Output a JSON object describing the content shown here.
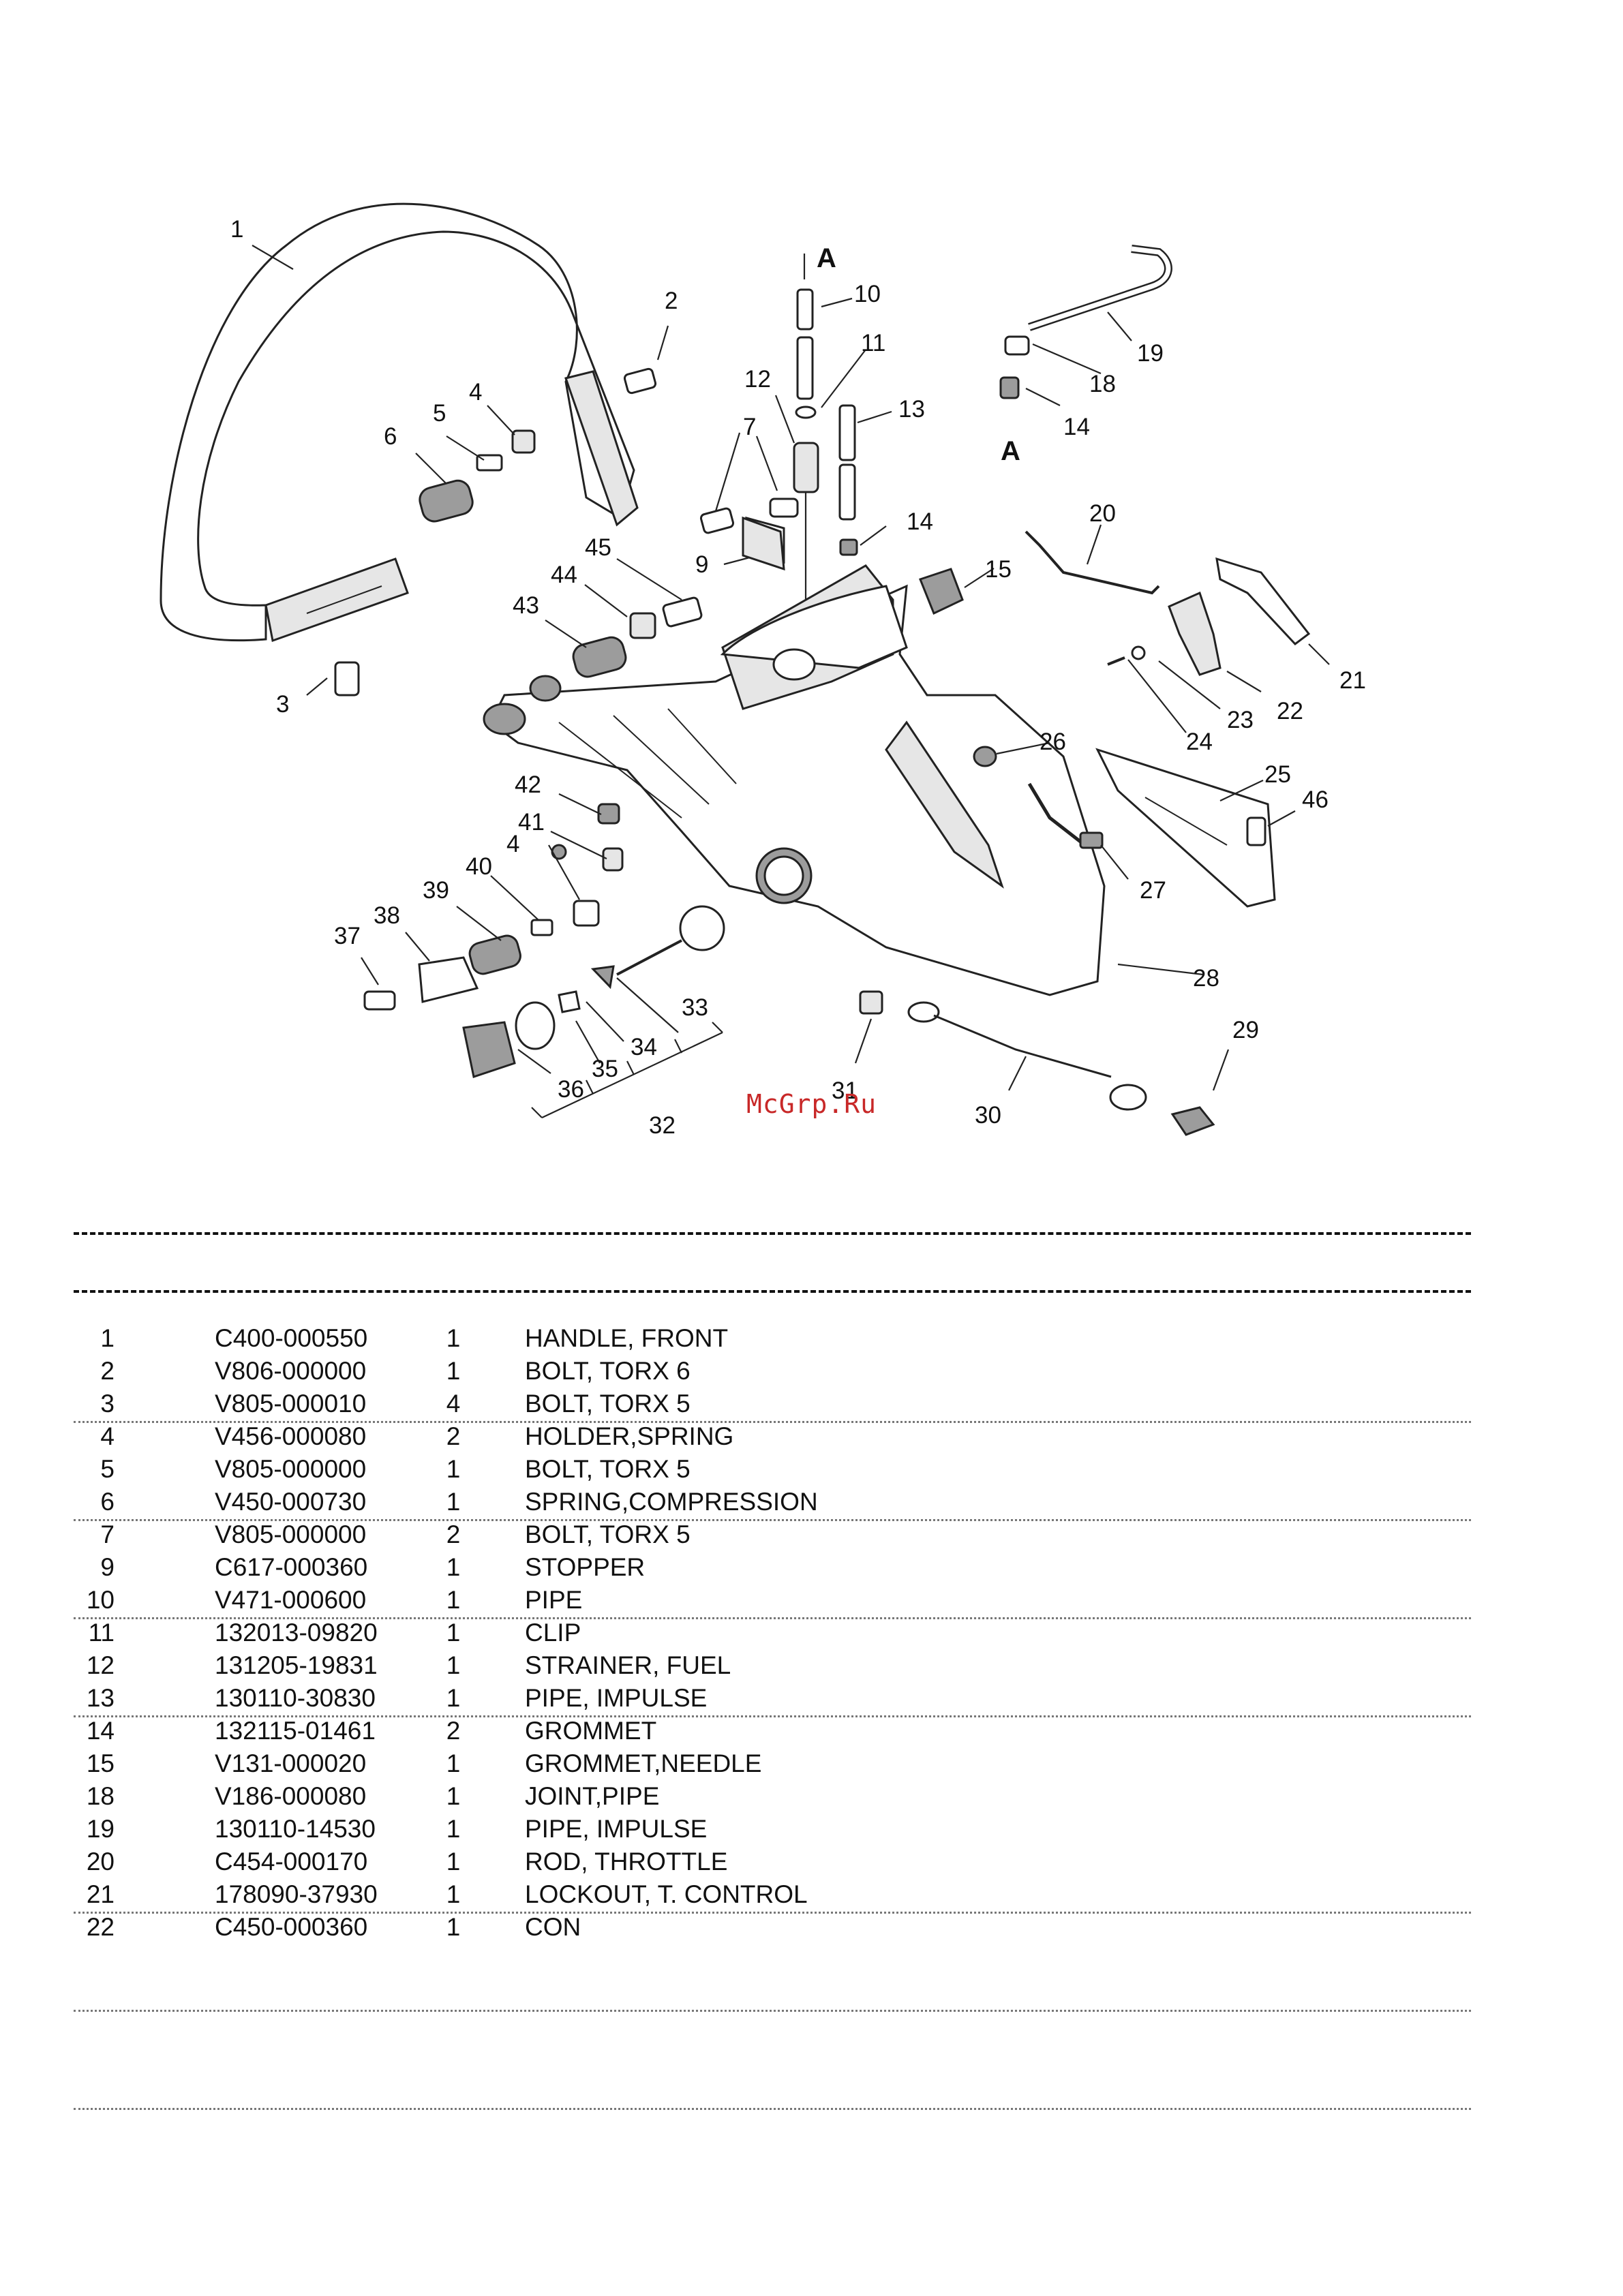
{
  "diagram": {
    "callouts": [
      "1",
      "2",
      "3",
      "4",
      "5",
      "6",
      "7",
      "9",
      "10",
      "11",
      "12",
      "13",
      "14",
      "14",
      "15",
      "18",
      "19",
      "20",
      "21",
      "22",
      "23",
      "24",
      "25",
      "26",
      "27",
      "28",
      "29",
      "30",
      "31",
      "32",
      "33",
      "34",
      "35",
      "36",
      "37",
      "38",
      "39",
      "40",
      "41",
      "42",
      "4",
      "43",
      "44",
      "45",
      "46",
      "A",
      "A"
    ]
  },
  "watermark": "McGrp.Ru",
  "parts": [
    {
      "ref": "1",
      "part_no": "C400-000550",
      "qty": "1",
      "desc": "HANDLE, FRONT"
    },
    {
      "ref": "2",
      "part_no": "V806-000000",
      "qty": "1",
      "desc": "BOLT, TORX 6"
    },
    {
      "ref": "3",
      "part_no": "V805-000010",
      "qty": "4",
      "desc": "BOLT, TORX 5"
    },
    {
      "ref": "4",
      "part_no": "V456-000080",
      "qty": "2",
      "desc": "HOLDER,SPRING"
    },
    {
      "ref": "5",
      "part_no": "V805-000000",
      "qty": "1",
      "desc": "BOLT, TORX 5"
    },
    {
      "ref": "6",
      "part_no": "V450-000730",
      "qty": "1",
      "desc": "SPRING,COMPRESSION"
    },
    {
      "ref": "7",
      "part_no": "V805-000000",
      "qty": "2",
      "desc": "BOLT, TORX 5"
    },
    {
      "ref": "9",
      "part_no": "C617-000360",
      "qty": "1",
      "desc": "STOPPER"
    },
    {
      "ref": "10",
      "part_no": "V471-000600",
      "qty": "1",
      "desc": "PIPE"
    },
    {
      "ref": "11",
      "part_no": "132013-09820",
      "qty": "1",
      "desc": "CLIP"
    },
    {
      "ref": "12",
      "part_no": "131205-19831",
      "qty": "1",
      "desc": "STRAINER, FUEL"
    },
    {
      "ref": "13",
      "part_no": "130110-30830",
      "qty": "1",
      "desc": "PIPE, IMPULSE"
    },
    {
      "ref": "14",
      "part_no": "132115-01461",
      "qty": "2",
      "desc": "GROMMET"
    },
    {
      "ref": "15",
      "part_no": "V131-000020",
      "qty": "1",
      "desc": "GROMMET,NEEDLE"
    },
    {
      "ref": "18",
      "part_no": "V186-000080",
      "qty": "1",
      "desc": "JOINT,PIPE"
    },
    {
      "ref": "19",
      "part_no": "130110-14530",
      "qty": "1",
      "desc": "PIPE, IMPULSE"
    },
    {
      "ref": "20",
      "part_no": "C454-000170",
      "qty": "1",
      "desc": "ROD, THROTTLE"
    },
    {
      "ref": "21",
      "part_no": "178090-37930",
      "qty": "1",
      "desc": "LOCKOUT, T. CONTROL"
    },
    {
      "ref": "22",
      "part_no": "C450-000360",
      "qty": "1",
      "desc": "CON"
    }
  ]
}
